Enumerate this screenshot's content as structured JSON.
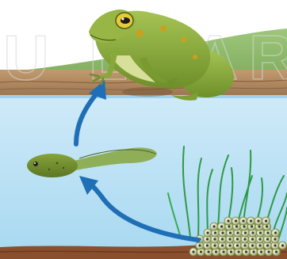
{
  "diagram": {
    "stages": [
      {
        "id": "eggs"
      },
      {
        "id": "tadpole"
      },
      {
        "id": "adult-frog"
      }
    ],
    "watermark": "U LEARN"
  },
  "colors": {
    "sky": "#ffffff",
    "grass_bank": "#8fbf6a",
    "mud_bank": "#b08a63",
    "water": "#bfe4f6",
    "water_edge": "#9fd1ec",
    "lake_bed": "#8a4f2c",
    "arrow": "#1f6fb6",
    "frog_body": "#86a93a",
    "frog_spots": "#c9a020",
    "frog_belly": "#d8df9a",
    "tadpole": "#6f8a2e",
    "eggs": "#7a8a3a",
    "weed": "#2e9a46"
  }
}
